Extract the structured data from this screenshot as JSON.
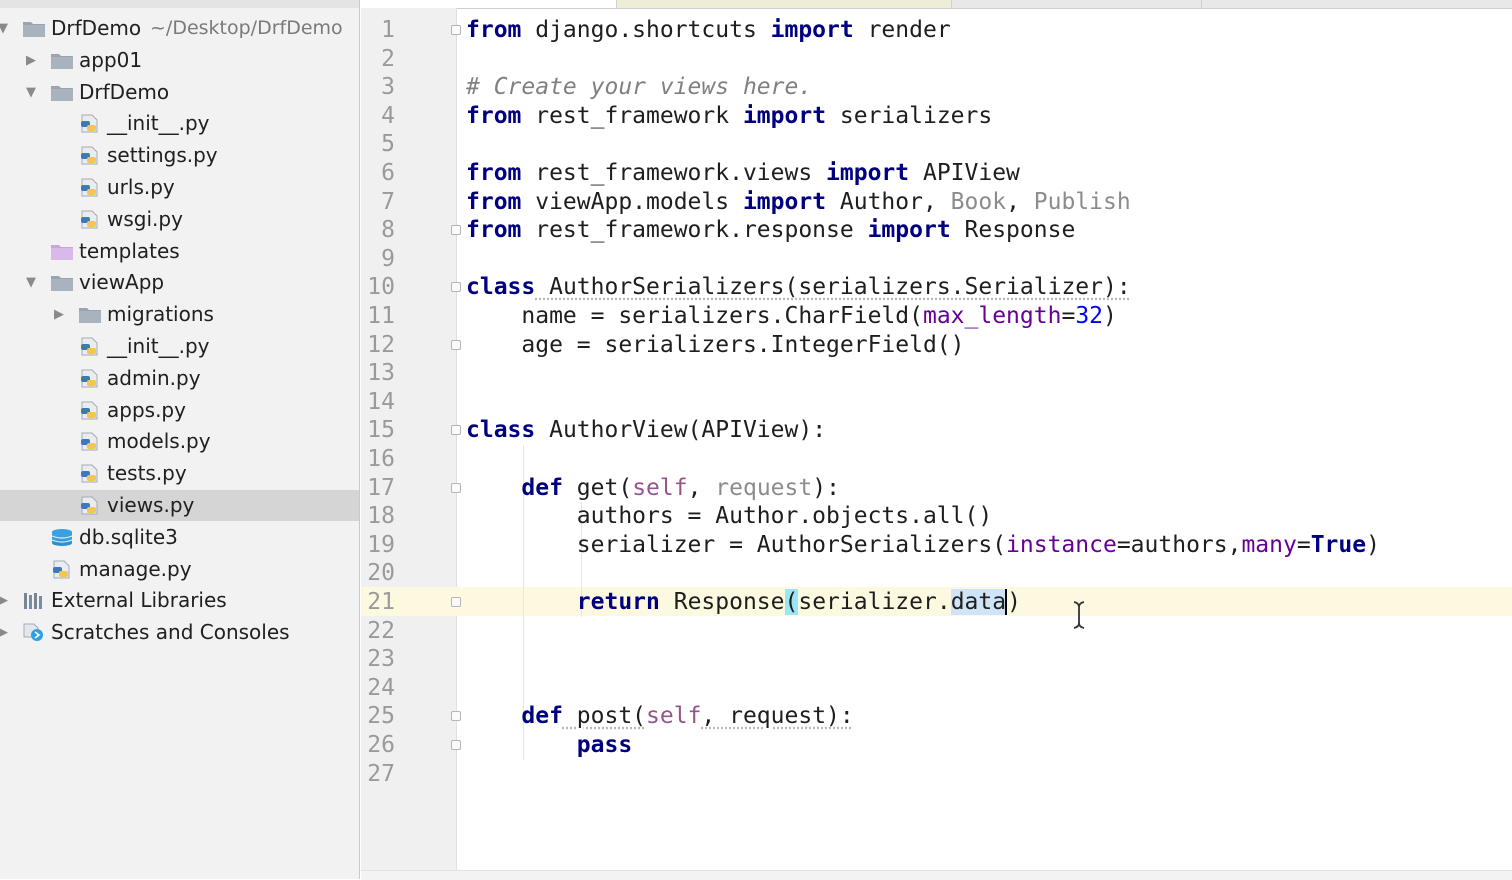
{
  "project_tree": [
    {
      "label": "DrfDemo",
      "path": "~/Desktop/DrfDemo",
      "icon": "folder-icon",
      "arrow": "expanded",
      "level": 0
    },
    {
      "label": "app01",
      "icon": "folder-icon",
      "arrow": "collapsed",
      "level": 1
    },
    {
      "label": "DrfDemo",
      "icon": "folder-icon",
      "arrow": "expanded",
      "level": 1
    },
    {
      "label": "__init__.py",
      "icon": "python-file-icon",
      "level": 2
    },
    {
      "label": "settings.py",
      "icon": "python-file-icon",
      "level": 2
    },
    {
      "label": "urls.py",
      "icon": "python-file-icon",
      "level": 2
    },
    {
      "label": "wsgi.py",
      "icon": "python-file-icon",
      "level": 2
    },
    {
      "label": "templates",
      "icon": "templates-folder-icon",
      "level": 1
    },
    {
      "label": "viewApp",
      "icon": "folder-icon",
      "arrow": "expanded",
      "level": 1
    },
    {
      "label": "migrations",
      "icon": "folder-icon",
      "arrow": "collapsed",
      "level": 2
    },
    {
      "label": "__init__.py",
      "icon": "python-file-icon",
      "level": 2
    },
    {
      "label": "admin.py",
      "icon": "python-file-icon",
      "level": 2
    },
    {
      "label": "apps.py",
      "icon": "python-file-icon",
      "level": 2
    },
    {
      "label": "models.py",
      "icon": "python-file-icon",
      "level": 2
    },
    {
      "label": "tests.py",
      "icon": "python-file-icon",
      "level": 2
    },
    {
      "label": "views.py",
      "icon": "python-file-icon",
      "level": 2,
      "selected": true
    },
    {
      "label": "db.sqlite3",
      "icon": "database-icon",
      "level": 1
    },
    {
      "label": "manage.py",
      "icon": "python-file-icon",
      "level": 1
    },
    {
      "label": "External Libraries",
      "icon": "libraries-icon",
      "arrow": "collapsed",
      "level": 0
    },
    {
      "label": "Scratches and Consoles",
      "icon": "scratches-icon",
      "arrow": "collapsed",
      "level": 0
    }
  ],
  "editor": {
    "file_name": "views.py",
    "current_line": 21,
    "lines": [
      [
        [
          "k",
          "from"
        ],
        [
          "p",
          " django.shortcuts "
        ],
        [
          "k",
          "import"
        ],
        [
          "p",
          " render"
        ]
      ],
      [],
      [
        [
          "cm",
          "# Create your views here."
        ]
      ],
      [
        [
          "k",
          "from"
        ],
        [
          "p",
          " rest_framework "
        ],
        [
          "k",
          "import"
        ],
        [
          "p",
          " serializers"
        ]
      ],
      [],
      [
        [
          "k",
          "from"
        ],
        [
          "p",
          " rest_framework.views "
        ],
        [
          "k",
          "import"
        ],
        [
          "p",
          " APIView"
        ]
      ],
      [
        [
          "k",
          "from"
        ],
        [
          "p",
          " viewApp.models "
        ],
        [
          "k",
          "import"
        ],
        [
          "p",
          " Author, "
        ],
        [
          "dim",
          "Book"
        ],
        [
          "p",
          ", "
        ],
        [
          "dim",
          "Publish"
        ]
      ],
      [
        [
          "k",
          "from"
        ],
        [
          "p",
          " rest_framework.response "
        ],
        [
          "k",
          "import"
        ],
        [
          "p",
          " Response"
        ]
      ],
      [],
      [
        [
          "k",
          "class"
        ],
        [
          "squig",
          " AuthorSerializers(serializers.Serializer):"
        ]
      ],
      [
        [
          "p",
          "    name = serializers.CharField("
        ],
        [
          "kw",
          "max_length"
        ],
        [
          "p",
          "="
        ],
        [
          "num",
          "32"
        ],
        [
          "p",
          ")"
        ]
      ],
      [
        [
          "p",
          "    age = serializers.IntegerField()"
        ]
      ],
      [],
      [],
      [
        [
          "k",
          "class"
        ],
        [
          "p",
          " AuthorView(APIView):"
        ]
      ],
      [],
      [
        [
          "p",
          "    "
        ],
        [
          "k",
          "def"
        ],
        [
          "p",
          " get("
        ],
        [
          "slf",
          "self"
        ],
        [
          "p",
          ", "
        ],
        [
          "dim",
          "request"
        ],
        [
          "p",
          "):"
        ]
      ],
      [
        [
          "p",
          "        authors = Author.objects.all()"
        ]
      ],
      [
        [
          "p",
          "        serializer = AuthorSerializers("
        ],
        [
          "kw",
          "instance"
        ],
        [
          "p",
          "=authors,"
        ],
        [
          "kw",
          "many"
        ],
        [
          "p",
          "="
        ],
        [
          "k",
          "True"
        ],
        [
          "p",
          ")"
        ]
      ],
      [],
      [
        [
          "p",
          "        "
        ],
        [
          "k",
          "return"
        ],
        [
          "p",
          " Response"
        ],
        [
          "mb",
          "("
        ],
        [
          "p",
          "serializer."
        ],
        [
          "sel",
          "data"
        ],
        [
          "caret",
          ")"
        ]
      ],
      [],
      [],
      [],
      [
        [
          "p",
          "    "
        ],
        [
          "k",
          "def"
        ],
        [
          "squig",
          " post("
        ],
        [
          "slf",
          "self"
        ],
        [
          "squig",
          ", request):"
        ]
      ],
      [
        [
          "p",
          "        "
        ],
        [
          "k",
          "pass"
        ]
      ],
      []
    ]
  }
}
